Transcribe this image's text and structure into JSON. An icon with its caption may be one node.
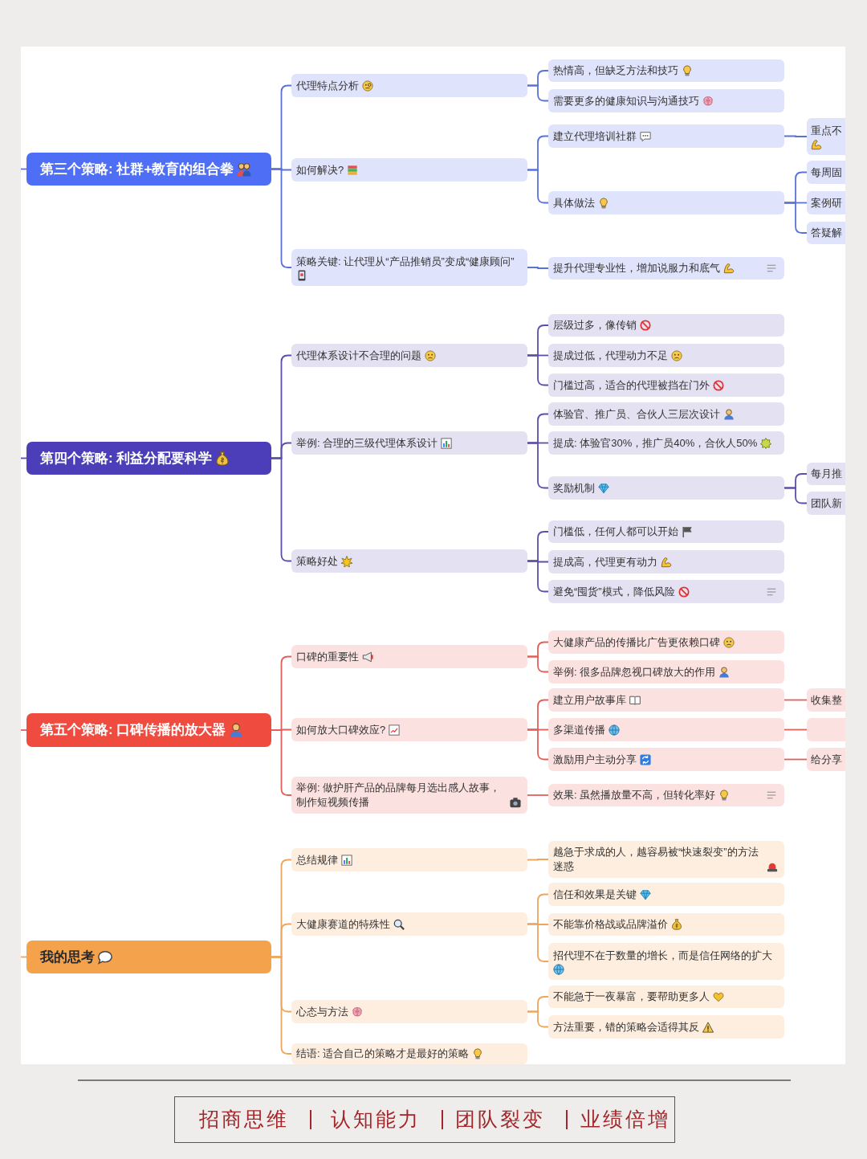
{
  "diagram": {
    "nodes": [
      {
        "text": [
          "第三个策略: 社群+教育的组合拳"
        ]
      },
      {
        "text": [
          "代理特点分析"
        ]
      },
      {
        "text": [
          "热情高，但缺乏方法和技巧"
        ]
      },
      {
        "text": [
          "需要更多的健康知识与沟通技巧"
        ]
      },
      {
        "text": [
          "如何解决?"
        ]
      },
      {
        "text": [
          "建立代理培训社群"
        ]
      },
      {
        "text": [
          "重点不"
        ]
      },
      {
        "text": [
          "具体做法"
        ]
      },
      {
        "text": [
          "每周固"
        ]
      },
      {
        "text": [
          "案例研"
        ]
      },
      {
        "text": [
          "答疑解"
        ]
      },
      {
        "text": [
          "策略关键: 让代理从“产品推销员”变成“健康顾问”"
        ]
      },
      {
        "text": [
          "提升代理专业性，增加说服力和底气"
        ]
      },
      {
        "text": [
          "第四个策略: 利益分配要科学"
        ]
      },
      {
        "text": [
          "代理体系设计不合理的问题"
        ]
      },
      {
        "text": [
          "层级过多，像传销"
        ]
      },
      {
        "text": [
          "提成过低，代理动力不足"
        ]
      },
      {
        "text": [
          "门槛过高，适合的代理被挡在门外"
        ]
      },
      {
        "text": [
          "举例: 合理的三级代理体系设计"
        ]
      },
      {
        "text": [
          "体验官、推广员、合伙人三层次设计"
        ]
      },
      {
        "text": [
          "提成: 体验官30%，推广员40%，合伙人50%"
        ]
      },
      {
        "text": [
          "奖励机制"
        ]
      },
      {
        "text": [
          "每月推"
        ]
      },
      {
        "text": [
          "团队新"
        ]
      },
      {
        "text": [
          "策略好处"
        ]
      },
      {
        "text": [
          "门槛低，任何人都可以开始"
        ]
      },
      {
        "text": [
          "提成高，代理更有动力"
        ]
      },
      {
        "text": [
          "避免“囤货”模式，降低风险"
        ]
      },
      {
        "text": [
          "第五个策略: 口碑传播的放大器"
        ]
      },
      {
        "text": [
          "口碑的重要性"
        ]
      },
      {
        "text": [
          "大健康产品的传播比广告更依赖口碑"
        ]
      },
      {
        "text": [
          "举例: 很多品牌忽视口碑放大的作用"
        ]
      },
      {
        "text": [
          "如何放大口碑效应?"
        ]
      },
      {
        "text": [
          "建立用户故事库"
        ]
      },
      {
        "text": [
          "收集整"
        ]
      },
      {
        "text": [
          "多渠道传播"
        ]
      },
      {
        "text": [],
        "shape": "box"
      },
      {
        "text": [
          "激励用户主动分享"
        ]
      },
      {
        "text": [
          "给分享"
        ]
      },
      {
        "text": [
          "举例: 做护肝产品的品牌每月选出感人故事，制作短视频传播"
        ]
      },
      {
        "text": [
          "效果: 虽然播放量不高，但转化率好"
        ]
      },
      {
        "text": [
          "我的思考"
        ]
      },
      {
        "text": [
          "总结规律"
        ]
      },
      {
        "text": [
          "越急于求成的人，越容易被“快速裂变”的方法迷惑"
        ]
      },
      {
        "text": [
          "大健康赛道的特殊性"
        ]
      },
      {
        "text": [
          "信任和效果是关键"
        ]
      },
      {
        "text": [
          "不能靠价格战或品牌溢价"
        ]
      },
      {
        "text": [
          "招代理不在于数量的增长，而是信任网络的扩大"
        ]
      },
      {
        "text": [
          "心态与方法"
        ]
      },
      {
        "text": [
          "不能急于一夜暴富，要帮助更多人"
        ]
      },
      {
        "text": [
          "方法重要，错的策略会适得其反"
        ]
      },
      {
        "text": [
          "结语: 适合自己的策略才是最好的策略"
        ]
      },
      {
        "text": [
          "招商思维",
          "认知能力",
          "团队裂变",
          "业绩倍增"
        ]
      }
    ],
    "edges": [
      {
        "from": null,
        "to": 0,
        "arrow": "none",
        "color": "#5a72d6"
      },
      {
        "from": 0,
        "to": 1,
        "arrow": "none",
        "color": "#5a72d6"
      },
      {
        "from": 0,
        "to": 4,
        "arrow": "none",
        "color": "#5a72d6"
      },
      {
        "from": 0,
        "to": 11,
        "arrow": "none",
        "color": "#5a72d6"
      },
      {
        "from": 1,
        "to": 2,
        "arrow": "none",
        "color": "#5a72d6"
      },
      {
        "from": 1,
        "to": 3,
        "arrow": "none",
        "color": "#5a72d6"
      },
      {
        "from": 4,
        "to": 5,
        "arrow": "none",
        "color": "#5a72d6"
      },
      {
        "from": 4,
        "to": 7,
        "arrow": "none",
        "color": "#5a72d6"
      },
      {
        "from": 5,
        "to": 6,
        "arrow": "none",
        "color": "#5a72d6"
      },
      {
        "from": 7,
        "to": 8,
        "arrow": "none",
        "color": "#5a72d6"
      },
      {
        "from": 7,
        "to": 9,
        "arrow": "none",
        "color": "#5a72d6"
      },
      {
        "from": 7,
        "to": 10,
        "arrow": "none",
        "color": "#5a72d6"
      },
      {
        "from": 11,
        "to": 12,
        "arrow": "none",
        "color": "#5a72d6"
      },
      {
        "from": null,
        "to": 13,
        "arrow": "none"
      },
      {
        "from": 13,
        "to": 14,
        "arrow": "none"
      },
      {
        "from": 13,
        "to": 18,
        "arrow": "none"
      },
      {
        "from": 13,
        "to": 24,
        "arrow": "none"
      },
      {
        "from": 14,
        "to": 15,
        "arrow": "none"
      },
      {
        "from": 14,
        "to": 16,
        "arrow": "none"
      },
      {
        "from": 14,
        "to": 17,
        "arrow": "none"
      },
      {
        "from": 18,
        "to": 19,
        "arrow": "none"
      },
      {
        "from": 18,
        "to": 20,
        "arrow": "none"
      },
      {
        "from": 18,
        "to": 21,
        "arrow": "none"
      },
      {
        "from": 21,
        "to": 22,
        "arrow": "none"
      },
      {
        "from": 21,
        "to": 23,
        "arrow": "none"
      },
      {
        "from": 24,
        "to": 25,
        "arrow": "none"
      },
      {
        "from": 24,
        "to": 26,
        "arrow": "none"
      },
      {
        "from": 24,
        "to": 27,
        "arrow": "none"
      },
      {
        "from": null,
        "to": 28,
        "arrow": "none",
        "color": "#e2605a"
      },
      {
        "from": 28,
        "to": 29,
        "arrow": "none",
        "color": "#e2605a"
      },
      {
        "from": 28,
        "to": 32,
        "arrow": "none",
        "color": "#e2605a"
      },
      {
        "from": 28,
        "to": 39,
        "arrow": "none",
        "color": "#e2605a"
      },
      {
        "from": 29,
        "to": 30,
        "arrow": "none",
        "color": "#e2605a"
      },
      {
        "from": 29,
        "to": 31,
        "arrow": "none",
        "color": "#e2605a"
      },
      {
        "from": 32,
        "to": 33,
        "arrow": "none",
        "color": "#e2605a"
      },
      {
        "from": 32,
        "to": 35,
        "arrow": "none",
        "color": "#e2605a"
      },
      {
        "from": 32,
        "to": 37,
        "arrow": "none",
        "color": "#e2605a"
      },
      {
        "from": 33,
        "to": 34,
        "arrow": "none",
        "color": "#e2605a"
      },
      {
        "from": 35,
        "to": 36,
        "arrow": "none",
        "color": "#e2605a"
      },
      {
        "from": 37,
        "to": 38,
        "arrow": "none",
        "color": "#e2605a"
      },
      {
        "from": 39,
        "to": 40,
        "arrow": "none",
        "color": "#e2605a"
      },
      {
        "from": null,
        "to": 41,
        "arrow": "none",
        "color": "#eda660"
      },
      {
        "from": 41,
        "to": 42,
        "arrow": "none",
        "color": "#eda660"
      },
      {
        "from": 41,
        "to": 44,
        "arrow": "none",
        "color": "#eda660"
      },
      {
        "from": 41,
        "to": 48,
        "arrow": "none",
        "color": "#eda660"
      },
      {
        "from": 41,
        "to": 51,
        "arrow": "none",
        "color": "#eda660"
      },
      {
        "from": 42,
        "to": 43,
        "arrow": "none",
        "color": "#eda660"
      },
      {
        "from": 44,
        "to": 45,
        "arrow": "none",
        "color": "#eda660"
      },
      {
        "from": 44,
        "to": 46,
        "arrow": "none",
        "color": "#eda660"
      },
      {
        "from": 44,
        "to": 47,
        "arrow": "none",
        "color": "#eda660"
      },
      {
        "from": 48,
        "to": 49,
        "arrow": "none",
        "color": "#eda660"
      },
      {
        "from": 48,
        "to": 50,
        "arrow": "none",
        "color": "#eda660"
      }
    ]
  }
}
